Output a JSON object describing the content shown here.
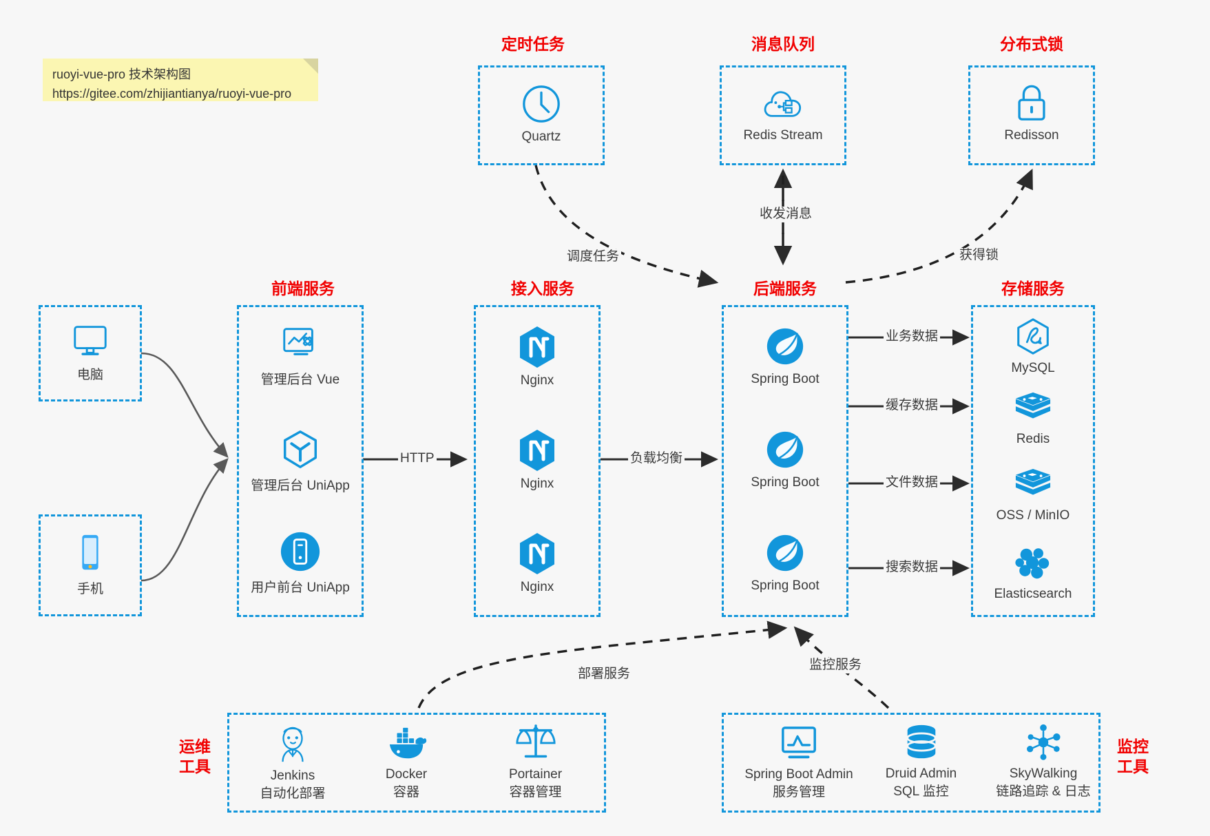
{
  "note": {
    "line1": "ruoyi-vue-pro 技术架构图",
    "line2": "https://gitee.com/zhijiantianya/ruoyi-vue-pro"
  },
  "colors": {
    "accent": "#1296db",
    "title_red": "#f10000",
    "background": "#f7f7f7",
    "text": "#3b3b3b",
    "edge": "#2b2b2b",
    "client_edge": "#595959"
  },
  "groups": {
    "scheduler": {
      "title": "定时任务",
      "nodes": [
        {
          "label": "Quartz",
          "icon": "clock-icon"
        }
      ]
    },
    "mq": {
      "title": "消息队列",
      "nodes": [
        {
          "label": "Redis Stream",
          "icon": "cloud-stream-icon"
        }
      ]
    },
    "lock": {
      "title": "分布式锁",
      "nodes": [
        {
          "label": "Redisson",
          "icon": "lock-icon"
        }
      ]
    },
    "clients": {
      "nodes": [
        {
          "label": "电脑",
          "icon": "desktop-icon"
        },
        {
          "label": "手机",
          "icon": "mobile-icon"
        }
      ]
    },
    "frontend": {
      "title": "前端服务",
      "nodes": [
        {
          "label": "管理后台 Vue",
          "icon": "dashboard-icon"
        },
        {
          "label": "管理后台 UniApp",
          "icon": "cube-icon"
        },
        {
          "label": "用户前台 UniApp",
          "icon": "app-icon"
        }
      ]
    },
    "gateway": {
      "title": "接入服务",
      "nodes": [
        {
          "label": "Nginx",
          "icon": "nginx-icon"
        },
        {
          "label": "Nginx",
          "icon": "nginx-icon"
        },
        {
          "label": "Nginx",
          "icon": "nginx-icon"
        }
      ]
    },
    "backend": {
      "title": "后端服务",
      "nodes": [
        {
          "label": "Spring Boot",
          "icon": "spring-icon"
        },
        {
          "label": "Spring Boot",
          "icon": "spring-icon"
        },
        {
          "label": "Spring Boot",
          "icon": "spring-icon"
        }
      ]
    },
    "storage": {
      "title": "存储服务",
      "nodes": [
        {
          "label": "MySQL",
          "icon": "mysql-icon"
        },
        {
          "label": "Redis",
          "icon": "redis-icon"
        },
        {
          "label": "OSS / MinIO",
          "icon": "redis-icon"
        },
        {
          "label": "Elasticsearch",
          "icon": "elasticsearch-icon"
        }
      ]
    },
    "devops": {
      "title_line1": "运维",
      "title_line2": "工具",
      "nodes": [
        {
          "label": "Jenkins",
          "sub": "自动化部署",
          "icon": "jenkins-icon"
        },
        {
          "label": "Docker",
          "sub": "容器",
          "icon": "docker-icon"
        },
        {
          "label": "Portainer",
          "sub": "容器管理",
          "icon": "scales-icon"
        }
      ]
    },
    "monitoring": {
      "title_line1": "监控",
      "title_line2": "工具",
      "nodes": [
        {
          "label": "Spring Boot Admin",
          "sub": "服务管理",
          "icon": "monitor-chart-icon"
        },
        {
          "label": "Druid Admin",
          "sub": "SQL 监控",
          "icon": "database-icon"
        },
        {
          "label": "SkyWalking",
          "sub": "链路追踪 & 日志",
          "icon": "skywalking-icon"
        }
      ]
    }
  },
  "edges": [
    {
      "id": "http",
      "label": "HTTP"
    },
    {
      "id": "lb",
      "label": "负载均衡"
    },
    {
      "id": "schedule",
      "label": "调度任务"
    },
    {
      "id": "message",
      "label": "收发消息"
    },
    {
      "id": "getlock",
      "label": "获得锁"
    },
    {
      "id": "biz-data",
      "label": "业务数据"
    },
    {
      "id": "cache-data",
      "label": "缓存数据"
    },
    {
      "id": "file-data",
      "label": "文件数据"
    },
    {
      "id": "search-data",
      "label": "搜索数据"
    },
    {
      "id": "deploy",
      "label": "部署服务"
    },
    {
      "id": "monitor",
      "label": "监控服务"
    }
  ]
}
